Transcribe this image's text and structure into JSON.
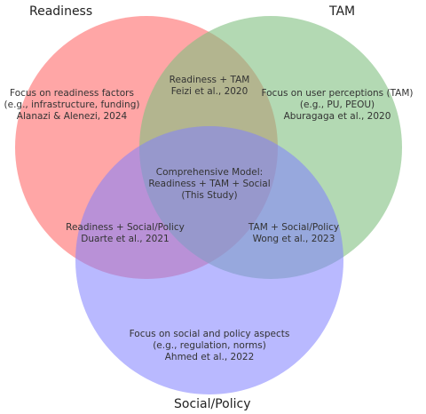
{
  "sets": {
    "readiness": {
      "title": "Readiness",
      "color": "#ff8080"
    },
    "tam": {
      "title": "TAM",
      "color": "#80c080"
    },
    "social": {
      "title": "Social/Policy",
      "color": "#8080ff"
    }
  },
  "regions": {
    "readiness_only": {
      "lines": [
        "Focus on readiness factors",
        "(e.g., infrastructure, funding)",
        "Alanazi & Alenezi, 2024"
      ]
    },
    "tam_only": {
      "lines": [
        "Focus on user perceptions (TAM)",
        "(e.g., PU, PEOU)",
        "Aburagaga et al., 2020"
      ]
    },
    "social_only": {
      "lines": [
        "Focus on social and policy aspects",
        "(e.g., regulation, norms)",
        "Ahmed et al., 2022"
      ]
    },
    "readiness_tam": {
      "lines": [
        "Readiness + TAM",
        "Feizi et al., 2020"
      ]
    },
    "readiness_social": {
      "lines": [
        "Readiness + Social/Policy",
        "Duarte et al., 2021"
      ]
    },
    "tam_social": {
      "lines": [
        "TAM + Social/Policy",
        "Wong et al., 2023"
      ]
    },
    "center": {
      "lines": [
        "Comprehensive Model:",
        "Readiness + TAM + Social",
        "(This Study)"
      ]
    }
  }
}
